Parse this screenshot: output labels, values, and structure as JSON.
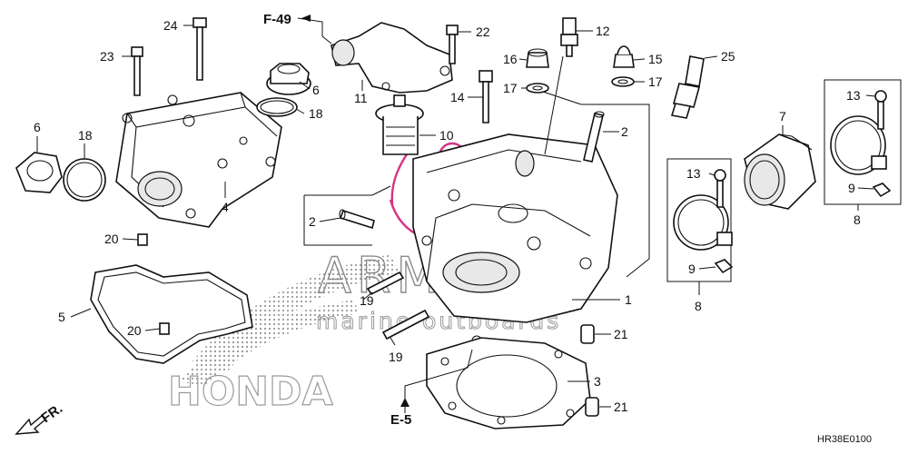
{
  "callouts": [
    {
      "id": "c1",
      "text": "1"
    },
    {
      "id": "c2a",
      "text": "2"
    },
    {
      "id": "c2b",
      "text": "2"
    },
    {
      "id": "c3",
      "text": "3"
    },
    {
      "id": "c4",
      "text": "4"
    },
    {
      "id": "c5",
      "text": "5"
    },
    {
      "id": "c6a",
      "text": "6"
    },
    {
      "id": "c6b",
      "text": "6"
    },
    {
      "id": "c7",
      "text": "7"
    },
    {
      "id": "c8a",
      "text": "8"
    },
    {
      "id": "c8b",
      "text": "8"
    },
    {
      "id": "c9a",
      "text": "9"
    },
    {
      "id": "c9b",
      "text": "9"
    },
    {
      "id": "c10",
      "text": "10"
    },
    {
      "id": "c11",
      "text": "11"
    },
    {
      "id": "c12",
      "text": "12"
    },
    {
      "id": "c13a",
      "text": "13"
    },
    {
      "id": "c13b",
      "text": "13"
    },
    {
      "id": "c14",
      "text": "14"
    },
    {
      "id": "c15",
      "text": "15"
    },
    {
      "id": "c16",
      "text": "16"
    },
    {
      "id": "c17a",
      "text": "17"
    },
    {
      "id": "c17b",
      "text": "17"
    },
    {
      "id": "c18a",
      "text": "18"
    },
    {
      "id": "c18b",
      "text": "18"
    },
    {
      "id": "c19a",
      "text": "19"
    },
    {
      "id": "c19b",
      "text": "19"
    },
    {
      "id": "c20a",
      "text": "20"
    },
    {
      "id": "c20b",
      "text": "20"
    },
    {
      "id": "c21a",
      "text": "21"
    },
    {
      "id": "c21b",
      "text": "21"
    },
    {
      "id": "c22",
      "text": "22"
    },
    {
      "id": "c23",
      "text": "23"
    },
    {
      "id": "c24",
      "text": "24"
    },
    {
      "id": "c25",
      "text": "25"
    }
  ],
  "refs": {
    "f49": "F-49",
    "e5": "E-5",
    "front": "FR."
  },
  "diagram_code": "HR38E0100",
  "watermark": {
    "title": "ARMATA",
    "subtitle": "marine outboards",
    "brand": "HONDA",
    "accent": "#d63384"
  }
}
